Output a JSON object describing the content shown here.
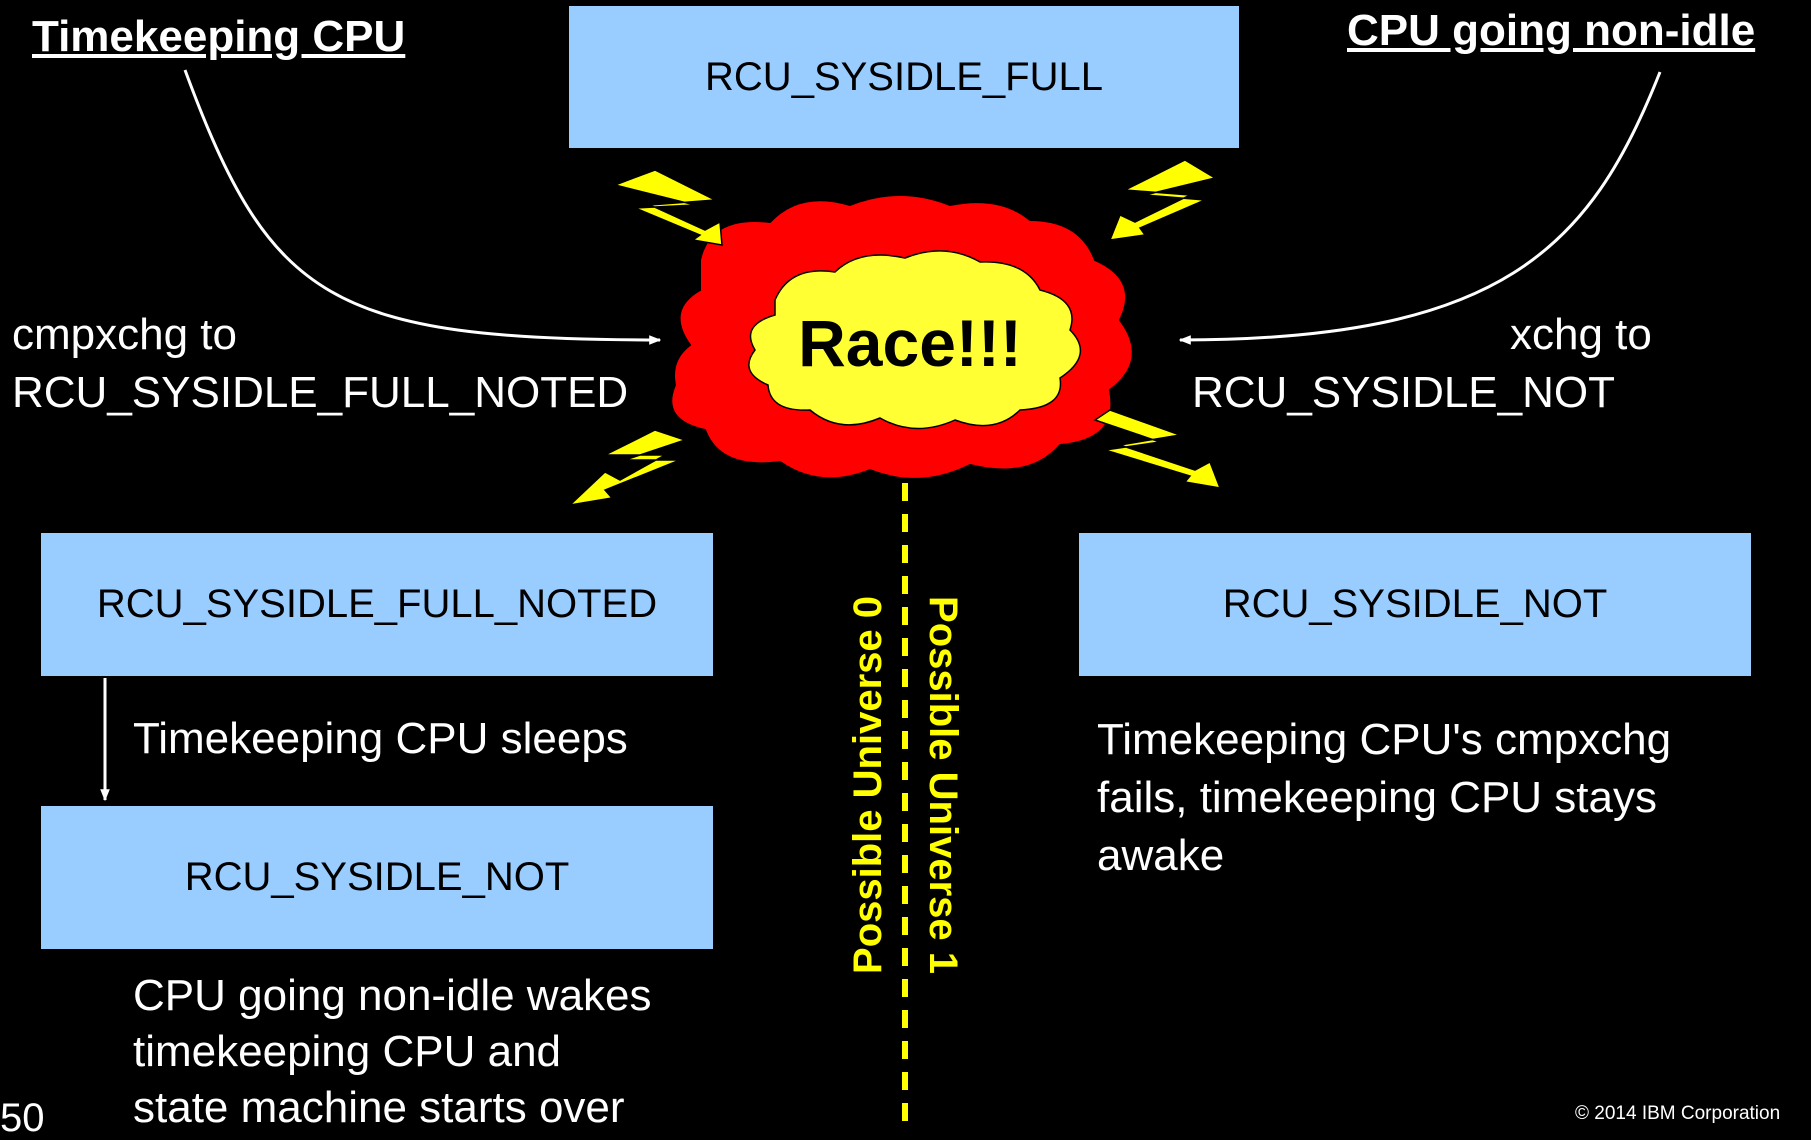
{
  "headings": {
    "left": "Timekeeping CPU",
    "right": "CPU going non-idle"
  },
  "states": {
    "top": "RCU_SYSIDLE_FULL",
    "left_noted": "RCU_SYSIDLE_FULL_NOTED",
    "left_not": "RCU_SYSIDLE_NOT",
    "right_not": "RCU_SYSIDLE_NOT"
  },
  "race_label": "Race!!!",
  "transitions": {
    "left_line1": "cmpxchg to",
    "left_line2": "RCU_SYSIDLE_FULL_NOTED",
    "right_line1": "xchg to",
    "right_line2": "RCU_SYSIDLE_NOT"
  },
  "universes": {
    "u0": "Possible Universe 0",
    "u1": "Possible Universe 1"
  },
  "notes": {
    "sleeps": "Timekeeping CPU sleeps",
    "wakes_line1": "CPU going non-idle wakes",
    "wakes_line2": "timekeeping CPU and",
    "wakes_line3": "state machine starts over",
    "fails_line1": "Timekeeping CPU's cmpxchg",
    "fails_line2": "fails, timekeeping CPU stays",
    "fails_line3": "awake"
  },
  "footer": {
    "slide_number": "50",
    "copyright": "© 2014 IBM Corporation"
  },
  "colors": {
    "background": "#000000",
    "state_box": "#99ccff",
    "cloud_outer": "#ff0000",
    "cloud_inner": "#ffff33",
    "lightning": "#ffff00",
    "divider": "#ffff00"
  }
}
